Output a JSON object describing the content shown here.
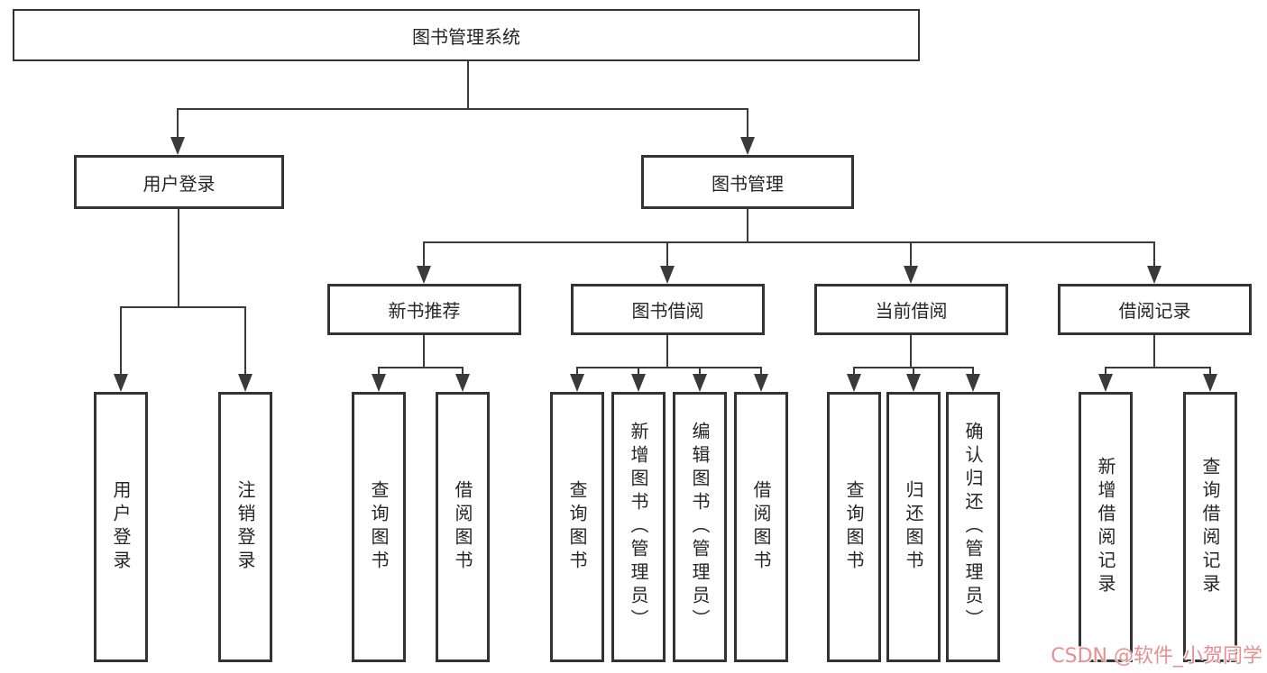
{
  "tree": {
    "root": "图书管理系统",
    "branches": [
      {
        "label": "用户登录",
        "children": [
          "用户登录",
          "注销登录"
        ]
      },
      {
        "label": "图书管理",
        "subgroups": [
          {
            "label": "新书推荐",
            "children": [
              "查询图书",
              "借阅图书"
            ]
          },
          {
            "label": "图书借阅",
            "children": [
              "查询图书",
              "新增图书（管理员）",
              "编辑图书（管理员）",
              "借阅图书"
            ]
          },
          {
            "label": "当前借阅",
            "children": [
              "查询图书",
              "归还图书",
              "确认归还（管理员）"
            ]
          },
          {
            "label": "借阅记录",
            "children": [
              "新增借阅记录",
              "查询借阅记录"
            ]
          }
        ]
      }
    ]
  },
  "watermark": {
    "text": "CSDN @软件_小贺同学",
    "color": "#e88f8f"
  },
  "colors": {
    "line": "#3a3a3a",
    "border": "#333333",
    "text": "#262626",
    "background": "#ffffff"
  }
}
